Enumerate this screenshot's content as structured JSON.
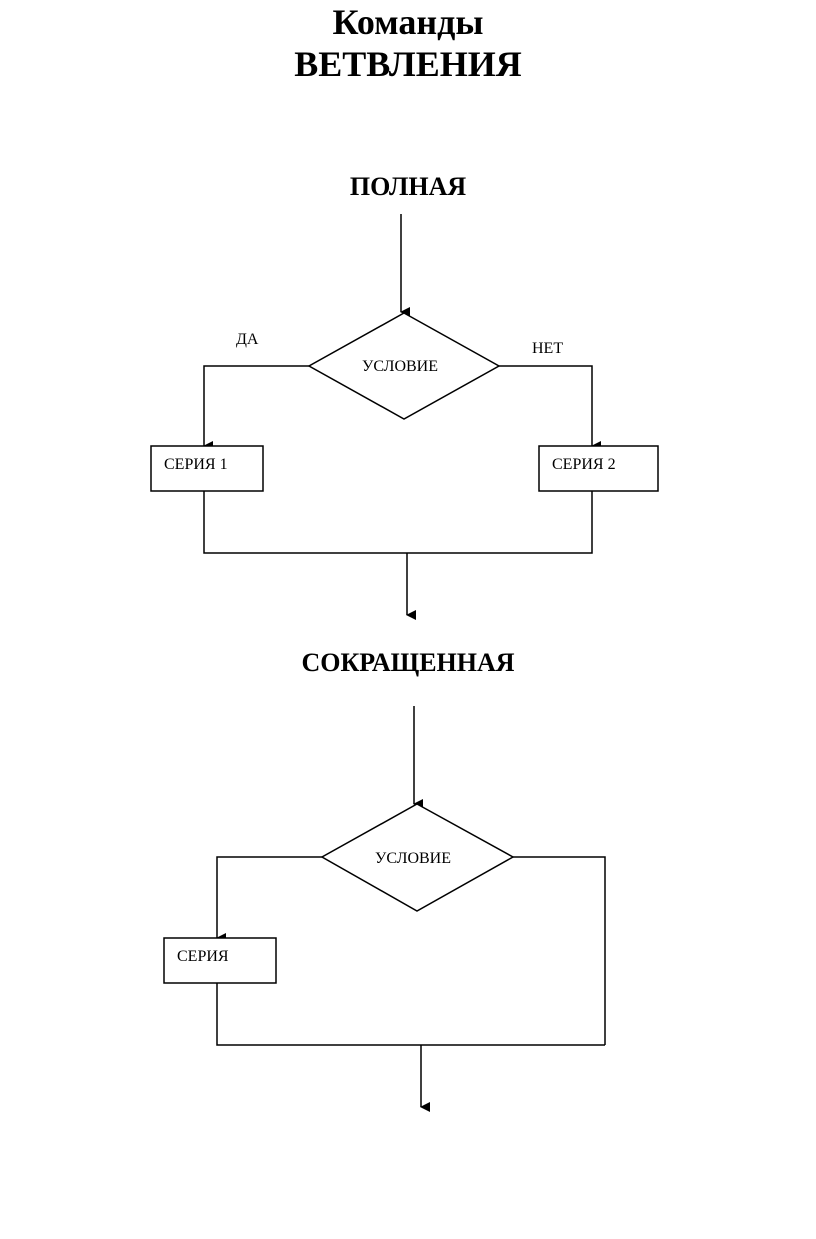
{
  "page": {
    "title_line1": "Команды",
    "title_line2": "ВЕТВЛЕНИЯ"
  },
  "full_branch": {
    "heading": "ПОЛНАЯ",
    "yes_label": "ДА",
    "no_label": "НЕТ",
    "condition_label": "УСЛОВИЕ",
    "series1_label": "СЕРИЯ 1",
    "series2_label": "СЕРИЯ 2"
  },
  "short_branch": {
    "heading": "СОКРАЩЕННАЯ",
    "condition_label": "УСЛОВИЕ",
    "series_label": "СЕРИЯ"
  },
  "colors": {
    "stroke": "#000000",
    "background": "#ffffff"
  }
}
